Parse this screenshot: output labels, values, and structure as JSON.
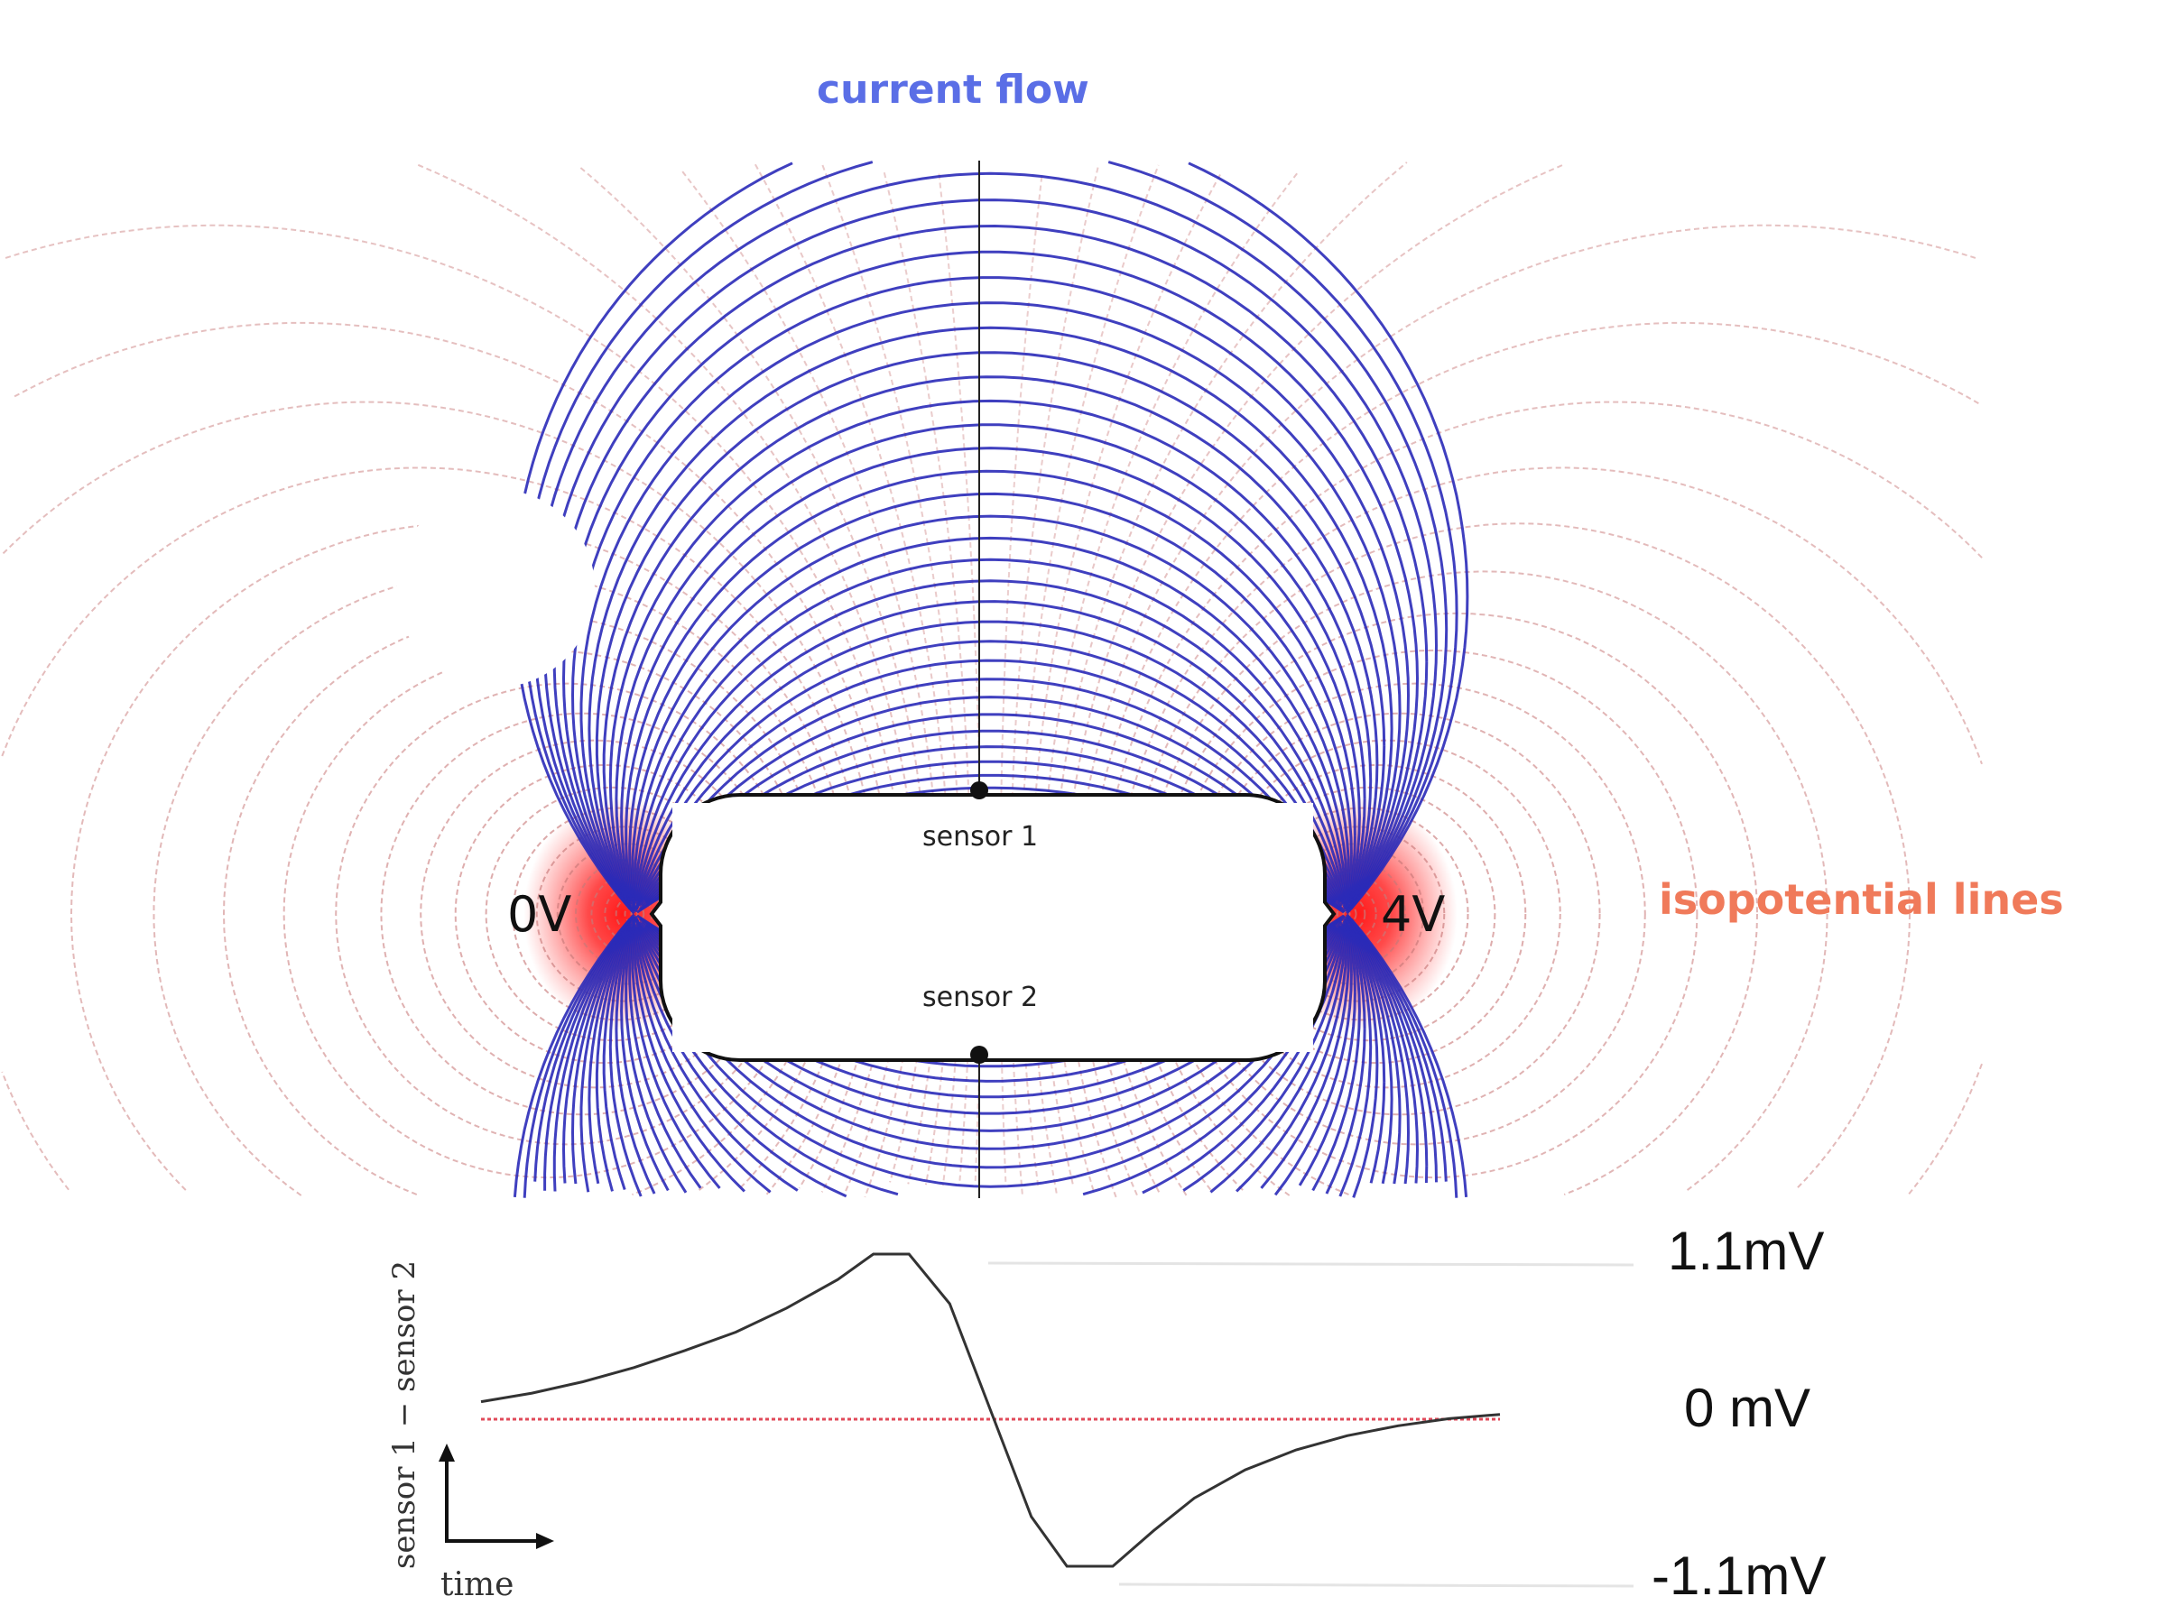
{
  "title": "current flow",
  "legend_isopotential": "isopotential lines",
  "electrodes": {
    "left": "0V",
    "right": "4V"
  },
  "sensors": {
    "top": "sensor 1",
    "bottom": "sensor 2"
  },
  "colors": {
    "current": "#2a2ab8",
    "isopotential": "#c87878",
    "electrode_glow": "#ff2020",
    "title": "#5a6ee6",
    "legend": "#f07a5a"
  },
  "trace": {
    "y_axis_label": "sensor 1 − sensor 2",
    "x_axis_label": "time",
    "levels": {
      "max": "1.1mV",
      "zero": "0 mV",
      "min": "-1.1mV"
    },
    "range_mV": [
      -1.1,
      1.1
    ],
    "time": [
      0,
      0.05,
      0.1,
      0.15,
      0.2,
      0.25,
      0.3,
      0.35,
      0.385,
      0.42,
      0.46,
      0.5,
      0.54,
      0.575,
      0.62,
      0.66,
      0.7,
      0.75,
      0.8,
      0.85,
      0.9,
      0.95,
      1.0
    ],
    "mV": [
      0.06,
      0.12,
      0.2,
      0.3,
      0.42,
      0.55,
      0.72,
      0.92,
      1.1,
      1.1,
      0.75,
      0.0,
      -0.75,
      -1.1,
      -1.1,
      -0.85,
      -0.62,
      -0.42,
      -0.28,
      -0.18,
      -0.11,
      -0.06,
      -0.03
    ]
  }
}
